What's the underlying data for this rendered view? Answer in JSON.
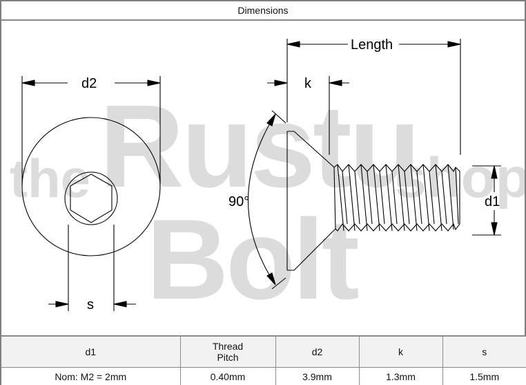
{
  "header": {
    "title": "Dimensions"
  },
  "watermark": {
    "line1_prefix": "the",
    "line1_main": "Rustu",
    "line2_main": "Bolt",
    "line1_suffix": "shop",
    "color": "#d9d9d9"
  },
  "drawing": {
    "top_view_labels": {
      "d2": "d2",
      "s": "s"
    },
    "side_view_labels": {
      "length": "Length",
      "k": "k",
      "angle": "90°",
      "d1": "d1"
    },
    "line_color": "#000000"
  },
  "table": {
    "headers": [
      {
        "line1": "d1",
        "line2": ""
      },
      {
        "line1": "Thread",
        "line2": "Pitch"
      },
      {
        "line1": "d2",
        "line2": ""
      },
      {
        "line1": "k",
        "line2": ""
      },
      {
        "line1": "s",
        "line2": ""
      }
    ],
    "rows": [
      [
        "Nom: M2 = 2mm",
        "0.40mm",
        "3.9mm",
        "1.3mm",
        "1.5mm"
      ]
    ],
    "header_bg": "#f2f2f2",
    "border_color": "#8a8a8a"
  }
}
